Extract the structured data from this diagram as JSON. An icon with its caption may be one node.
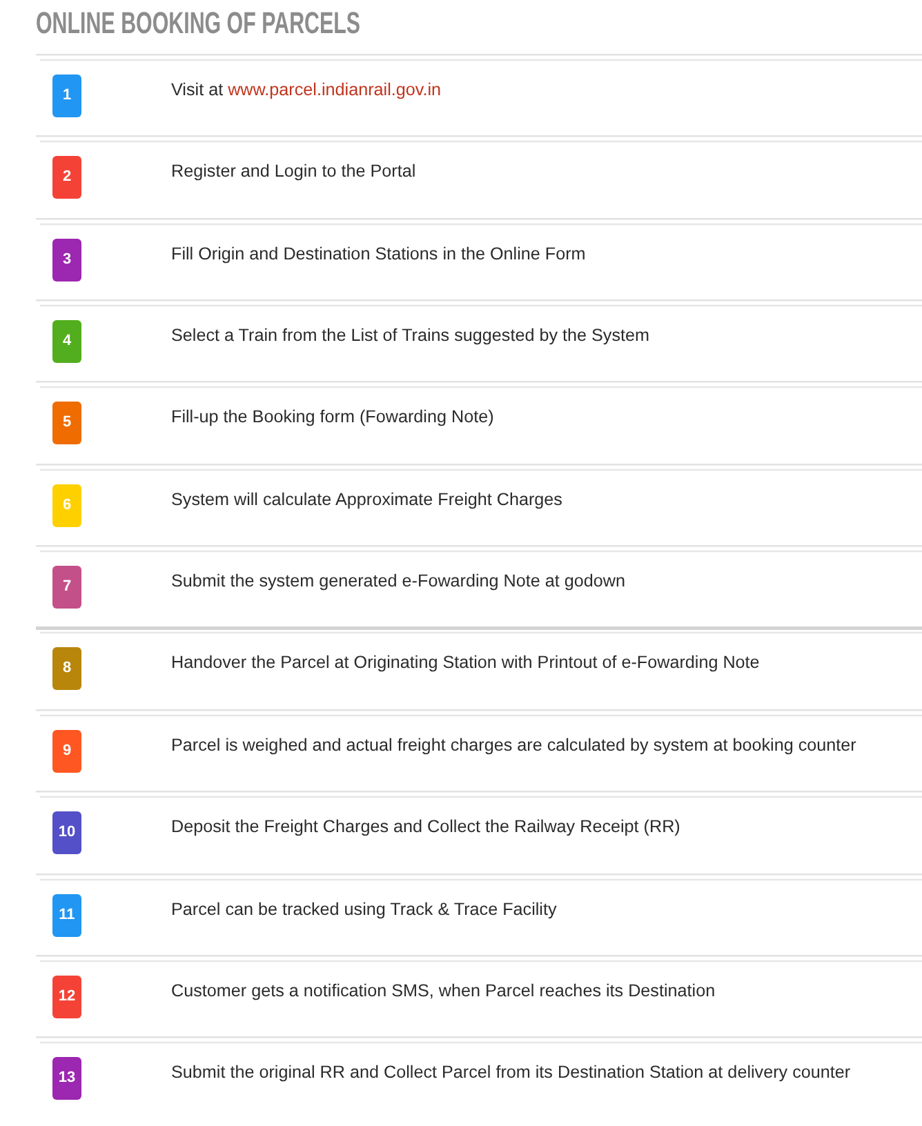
{
  "diagram": {
    "title": "ONLINE BOOKING OF PARCELS",
    "nodes": [
      {
        "text": [
          "Visit at",
          "www.parcel.indianrail.gov.in"
        ]
      },
      {
        "text": [
          "1"
        ],
        "in": 0
      },
      {
        "text": [
          "Register and Login to the Portal"
        ]
      },
      {
        "text": [
          "2"
        ],
        "in": 2
      },
      {
        "text": [
          "Fill Origin and Destination Stations in the Online Form"
        ]
      },
      {
        "text": [
          "3"
        ],
        "in": 4
      },
      {
        "text": [
          "Select a Train from the List of Trains suggested by the System"
        ]
      },
      {
        "text": [
          "4"
        ],
        "in": 6
      },
      {
        "text": [
          "Fill-up the Booking form (Fowarding Note)"
        ]
      },
      {
        "text": [
          "5"
        ],
        "in": 8
      },
      {
        "text": [
          "System will calculate Approximate Freight Charges"
        ]
      },
      {
        "text": [
          "6"
        ],
        "in": 10
      },
      {
        "text": [
          "Submit the system generated e-Fowarding Note at godown"
        ]
      },
      {
        "text": [
          "7"
        ],
        "in": 12
      },
      {
        "text": [
          "Handover the Parcel at Originating Station with Printout of e-Fowarding Note"
        ]
      },
      {
        "text": [
          "8"
        ],
        "in": 14
      },
      {
        "text": [
          "Parcel is weighed and actual freight charges are calculated by system at booking counter"
        ]
      },
      {
        "text": [
          "9"
        ],
        "in": 16
      },
      {
        "text": [
          "Deposit the Freight Charges and Collect the Railway Receipt (RR)"
        ]
      },
      {
        "text": [
          "10"
        ],
        "in": 18
      },
      {
        "text": [
          "Parcel can be tracked using Track & Trace Facility"
        ]
      },
      {
        "text": [
          "11"
        ],
        "in": 20
      },
      {
        "text": [
          "Customer gets a notification SMS, when Parcel reaches its Destination"
        ]
      },
      {
        "text": [
          "12"
        ],
        "in": 22
      },
      {
        "text": [
          "Submit the original RR and Collect Parcel from its Destination Station at delivery counter"
        ]
      },
      {
        "text": [
          "13"
        ],
        "in": 24
      }
    ]
  }
}
